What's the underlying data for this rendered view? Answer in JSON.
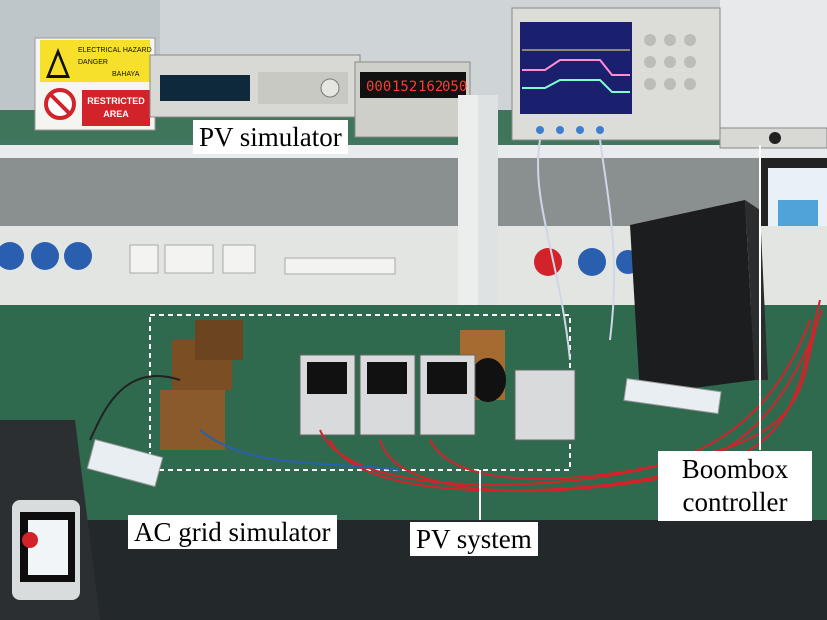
{
  "photo": {
    "labels": {
      "pv_simulator": "PV simulator",
      "boombox_controller_line1": "Boombox",
      "boombox_controller_line2": "controller",
      "ac_grid_simulator": "AC grid  simulator",
      "pv_system": "PV system"
    },
    "warning_sign": {
      "line1": "ELECTRICAL HAZARD",
      "line2": "DANGER",
      "line3": "BAHAYA",
      "restricted_line1": "RESTRICTED",
      "restricted_line2": "AREA"
    },
    "power_supply_display": {
      "left": "000",
      "mid": "152",
      "right": "162",
      "far": "050"
    },
    "colors": {
      "bench": "#2f6a4e",
      "wire_red": "#d2232a",
      "wire_blue": "#2a5fb0",
      "instrument_body": "#d8d8d4",
      "scope_screen": "#1a1f6e"
    }
  }
}
